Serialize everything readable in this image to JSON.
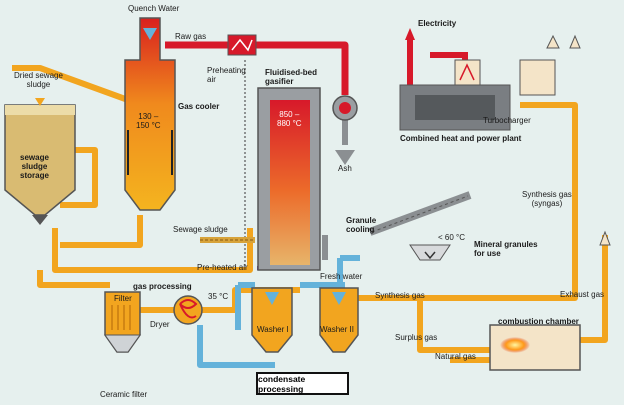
{
  "labels": {
    "quench_water": "Quench Water",
    "raw_gas": "Raw gas",
    "preheating_air": "Preheating\nair",
    "dried_sludge": "Dried sewage\nsludge",
    "gas_cooler": "Gas cooler",
    "cooler_temp": "130 –\n150 °C",
    "fluidised_bed": "Fluidised-bed\ngasifier",
    "gasifier_temp": "850 –\n880 °C",
    "ash": "Ash",
    "sludge_storage": "sewage\nsludge\nstorage",
    "sewage_sludge": "Sewage sludge",
    "granule_cooling": "Granule\ncooling",
    "temp_60": "< 60 °C",
    "mineral_granules": "Mineral granules\nfor use",
    "preheated_air": "Pre-heated air",
    "gas_processing": "gas processing",
    "filter": "Filter",
    "temp_35": "35 °C",
    "fresh_water": "Fresh water",
    "synthesis_gas": "Synthesis gas",
    "dryer": "Dryer",
    "washer_1": "Washer I",
    "washer_2": "Washer II",
    "ceramic_filter": "Ceramic filter",
    "condensate": "condensate processing",
    "electricity": "Electricity",
    "turbocharger": "Turbocharger",
    "chp": "Combined heat and power plant",
    "syngas": "Synthesis gas\n(syngas)",
    "exhaust_gas": "Exhaust gas",
    "combustion_chamber": "combustion chamber",
    "surplus_gas": "Surplus gas",
    "natural_gas": "Natural gas"
  },
  "colors": {
    "pipe_orange": "#f2a51f",
    "pipe_red": "#d7192a",
    "pipe_blue": "#64b2da",
    "pipe_grey": "#8b8f92",
    "sludge": "#d9bb72",
    "vessel_orange": "#f2a51f"
  }
}
